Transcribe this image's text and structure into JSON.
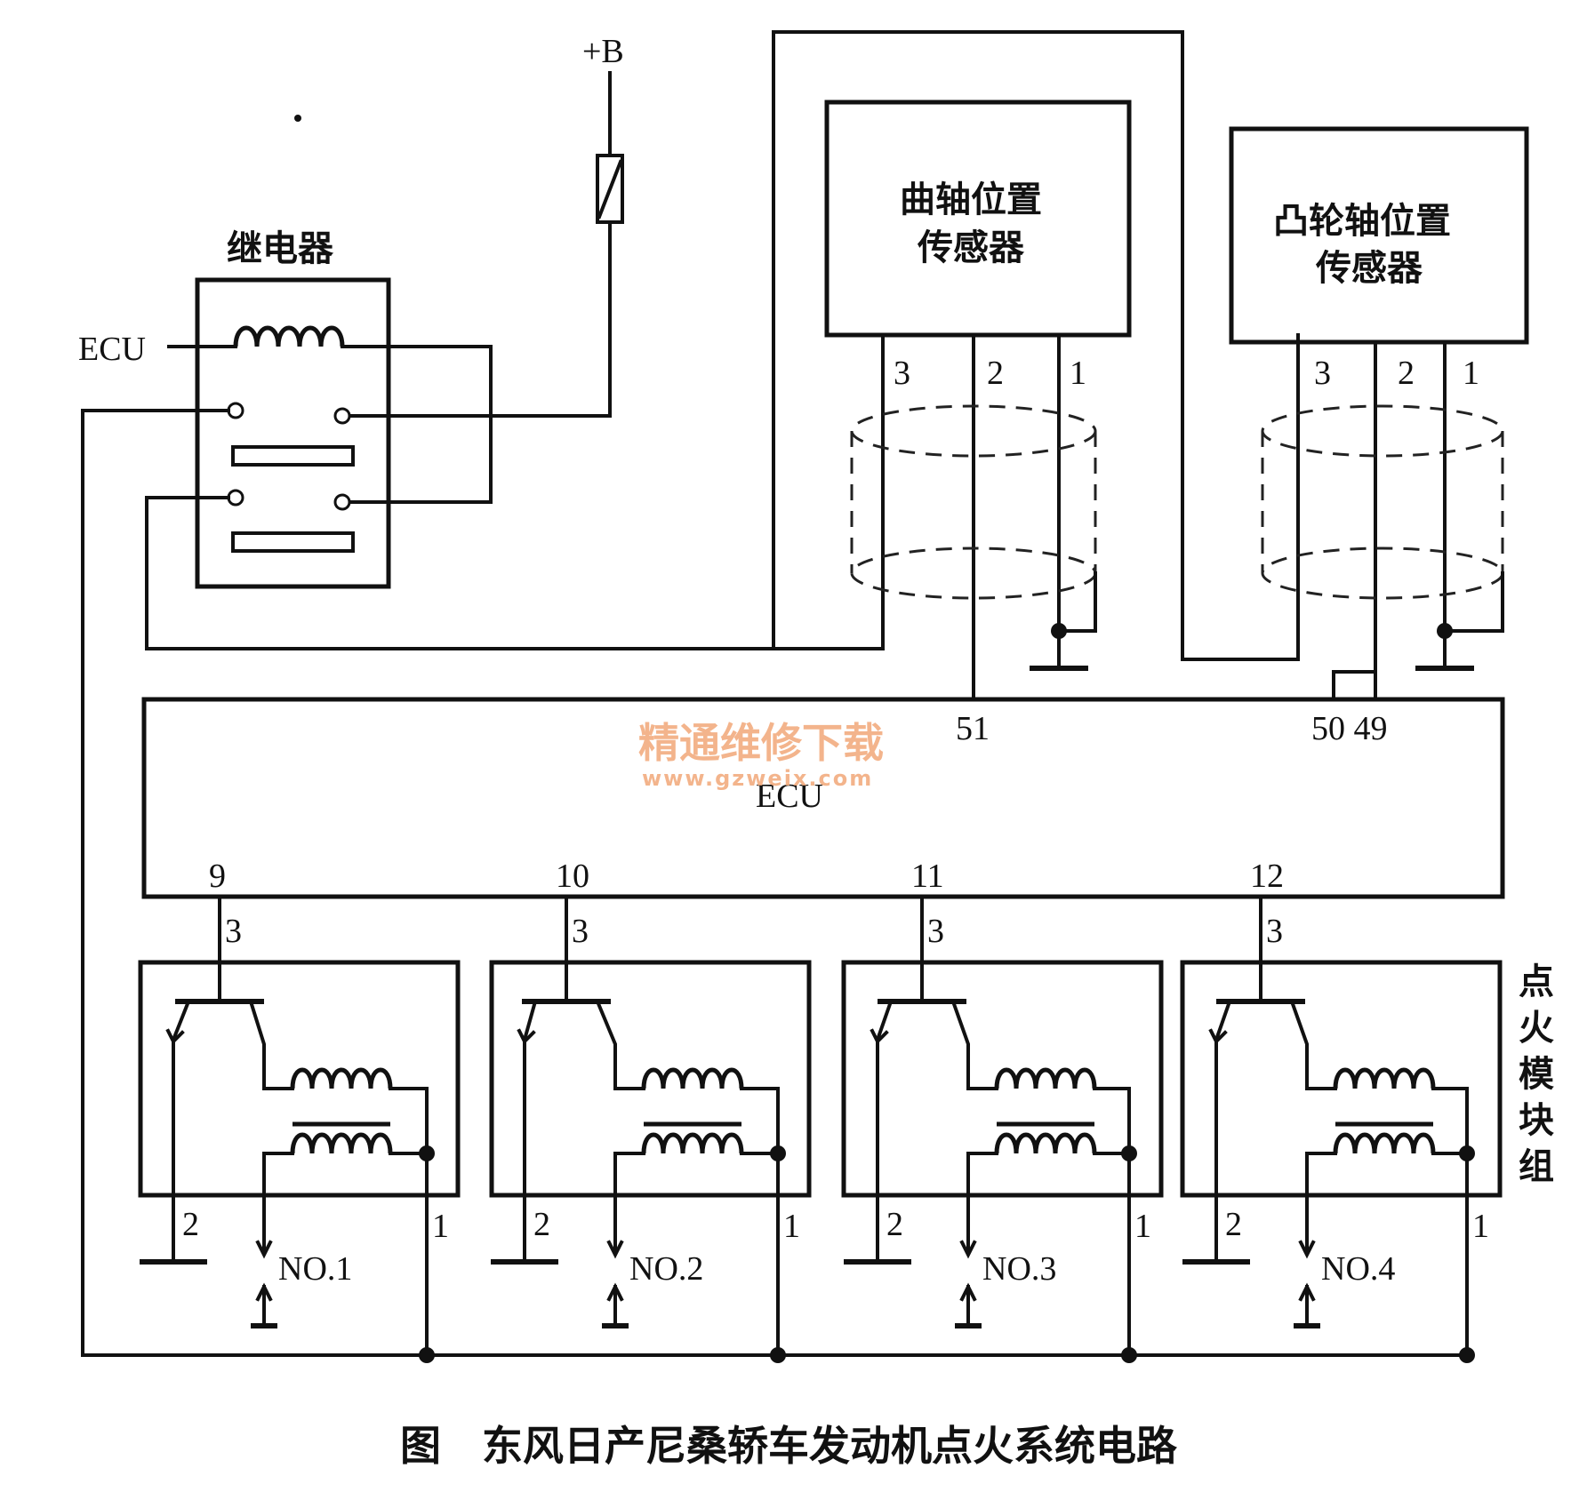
{
  "title": "图　东风日产尼桑轿车发动机点火系统电路",
  "power": "+B",
  "relay": {
    "label": "继电器",
    "ecu_label": "ECU"
  },
  "crank_sensor": {
    "line1": "曲轴位置",
    "line2": "传感器",
    "pins": [
      "3",
      "2",
      "1"
    ]
  },
  "cam_sensor": {
    "line1": "凸轮轴位置",
    "line2": "传感器",
    "pins": [
      "3",
      "2",
      "1"
    ]
  },
  "ecu": {
    "label": "ECU",
    "pin_51": "51",
    "pin_50_49": "50 49",
    "out_pins": [
      "9",
      "10",
      "11",
      "12"
    ]
  },
  "module_group_label": [
    "点",
    "火",
    "模",
    "块",
    "组"
  ],
  "modules": [
    {
      "in_pin": "3",
      "gnd_pin": "2",
      "pwr_pin": "1",
      "cyl": "NO.1"
    },
    {
      "in_pin": "3",
      "gnd_pin": "2",
      "pwr_pin": "1",
      "cyl": "NO.2"
    },
    {
      "in_pin": "3",
      "gnd_pin": "2",
      "pwr_pin": "1",
      "cyl": "NO.3"
    },
    {
      "in_pin": "3",
      "gnd_pin": "2",
      "pwr_pin": "1",
      "cyl": "NO.4"
    }
  ],
  "watermark": {
    "line1": "精通维修下载",
    "line2": "www.gzweix.com"
  }
}
